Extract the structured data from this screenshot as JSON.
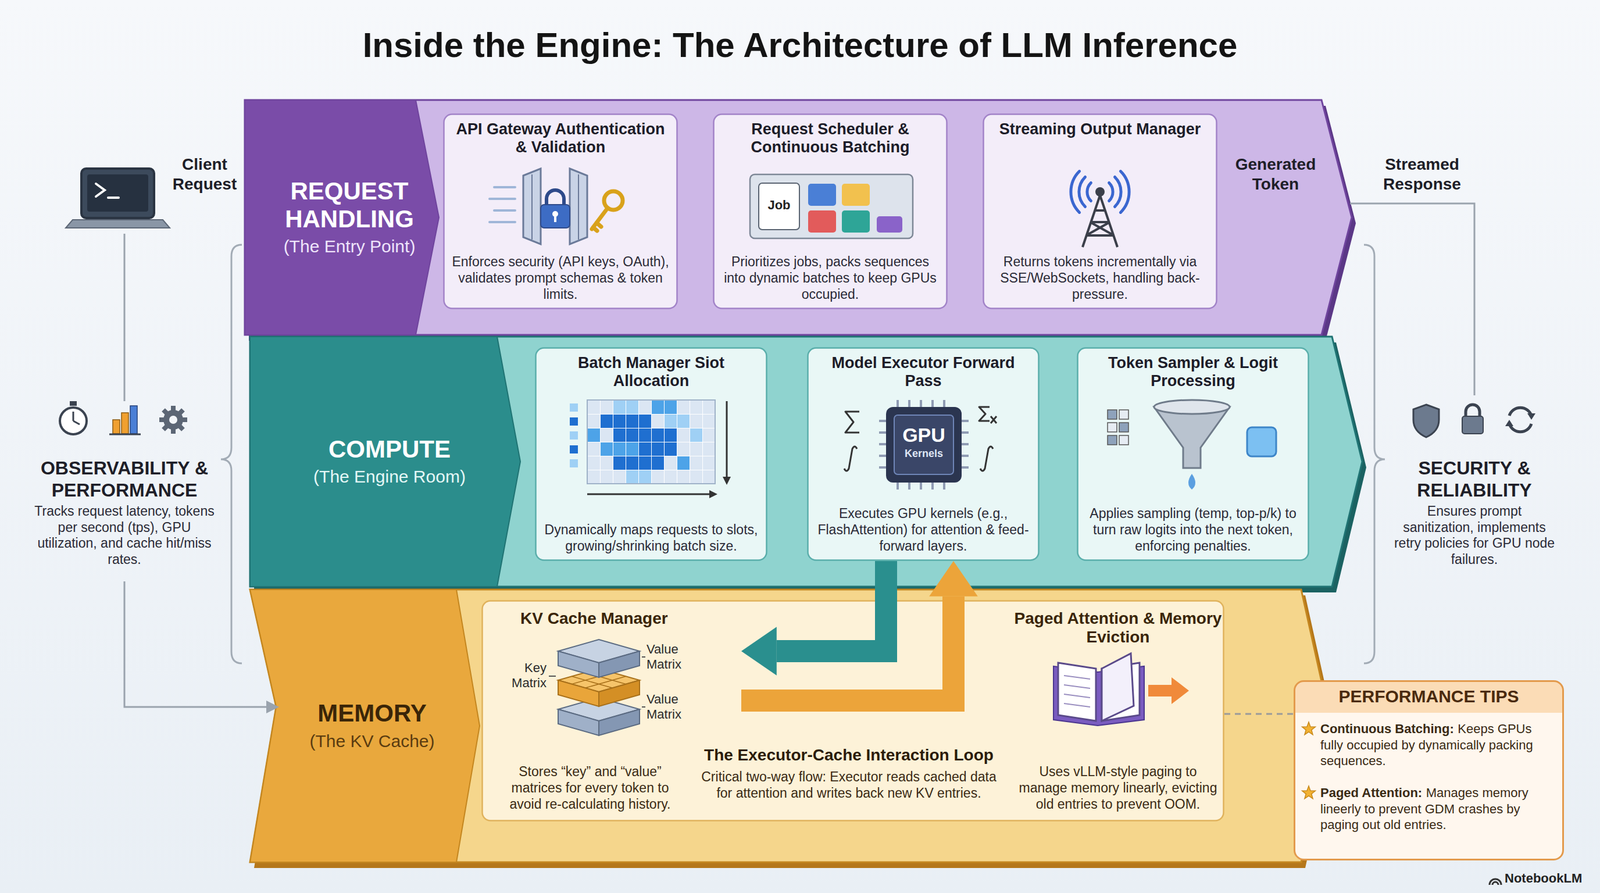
{
  "diagram": {
    "title": "Inside the Engine: The Architecture of LLM Inference",
    "nodes": [
      {
        "text": [
          "REQUEST HANDLING",
          "(The Entry Point)"
        ]
      },
      {
        "text": [
          "API Gateway Authentication & Validation",
          "Enforces security (API keys, OAuth), validates prompt schemas & token limits."
        ],
        "in": 0
      },
      {
        "text": [
          "Request Scheduler & Continuous Batching",
          "Prioritizes jobs, packs sequences into dynamic batches to keep GPUs occupied."
        ],
        "in": 0
      },
      {
        "text": [
          "Streaming Output Manager",
          "Returns tokens incrementally via SSE/WebSockets, handling back-pressure."
        ],
        "in": 0
      },
      {
        "text": [
          "COMPUTE",
          "(The Engine Room)"
        ]
      },
      {
        "text": [
          "Batch Manager Siot Allocation",
          "Dynamically maps requests to slots, growing/shrinking batch size."
        ],
        "in": 4
      },
      {
        "text": [
          "Model Executor Forward Pass",
          "Executes GPU kernels (e.g., FlashAttention) for attention & feed-forward layers."
        ],
        "in": 4
      },
      {
        "text": [
          "Token Sampler & Logit Processing",
          "Applies sampling (temp, top-p/k) to turn raw logits into the next token, enforcing penalties."
        ],
        "in": 4
      },
      {
        "text": [
          "MEMORY",
          "(The KV Cache)"
        ]
      },
      {
        "text": [
          "The Executor-Cache Interaction Loop",
          "Critical two-way flow: Executor reads cached data for attention and writes back new KV entries."
        ],
        "in": 8
      },
      {
        "text": [
          "KV Cache Manager",
          "Stores “key” and “value” matrices for every token to avoid re-calculating history."
        ],
        "in": 9
      },
      {
        "text": [
          "Paged Attention & Memory Eviction",
          "Uses vLLM-style paging to manage memory linearly, evicting old entries to prevent OOM."
        ],
        "in": 9
      },
      {
        "text": [
          "PERFORMANCE TIPS",
          "Continuous Batching:",
          "Keeps GPUs fully occupied by dynamically packing sequences.",
          "Paged Attention:",
          "Manages memory lineerly to prevent GDM crashes by paging out old entries."
        ]
      }
    ],
    "edges": [
      {
        "from": 6,
        "to": 10,
        "arrow": "to"
      },
      {
        "from": 10,
        "to": 6,
        "arrow": "to"
      },
      {
        "from": 11,
        "to": 12,
        "arrow": "none"
      }
    ],
    "labels": [
      "Client Request",
      "Generated Token",
      "Streamed Response",
      "Job",
      "GPU",
      "Kernels",
      "Key Matrix",
      "Value Matrix",
      "Value Matrix",
      "OBSERVABILITY & PERFORMANCE",
      "Tracks request latency, tokens per second (tps), GPU utilization, and cache hit/miss rates.",
      "SECURITY & RELIABILITY",
      "Ensures prompt sanitization, implements retry policies for GPU node failures.",
      "NotebookLM"
    ]
  }
}
